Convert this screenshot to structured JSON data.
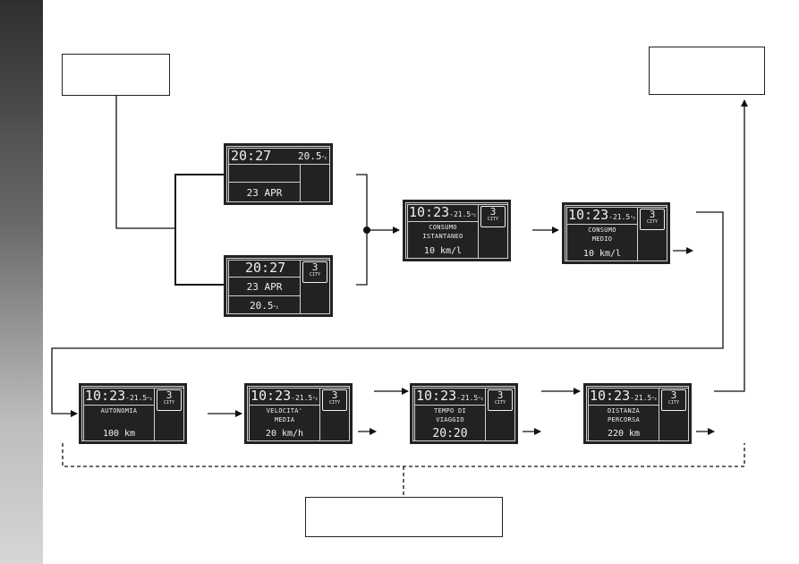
{
  "standby": {
    "time": "20:27",
    "temp": "20.5",
    "temp_unit": "°c",
    "date": "23 APR",
    "mode_number": "3",
    "mode_label": "CITY"
  },
  "screen_header": {
    "time": "10:23",
    "temp": "-21.5",
    "temp_unit": "°c",
    "mode_number": "3",
    "mode_label": "CITY"
  },
  "screens": [
    {
      "label_line1": "CONSUMO",
      "label_line2": "ISTANTANEO",
      "value": "10 km/l"
    },
    {
      "label_line1": "CONSUMO",
      "label_line2": "MEDIO",
      "value": "10 km/l"
    },
    {
      "label_line1": "AUTONOMIA",
      "label_line2": "",
      "value": "100 km"
    },
    {
      "label_line1": "VELOCITA'",
      "label_line2": "MEDIA",
      "value": "20 km/h"
    },
    {
      "label_line1": "TEMPO DI",
      "label_line2": "VIAGGIO",
      "value": "20:20"
    },
    {
      "label_line1": "DISTANZA",
      "label_line2": "PERCORSA",
      "value": "220 km"
    }
  ]
}
